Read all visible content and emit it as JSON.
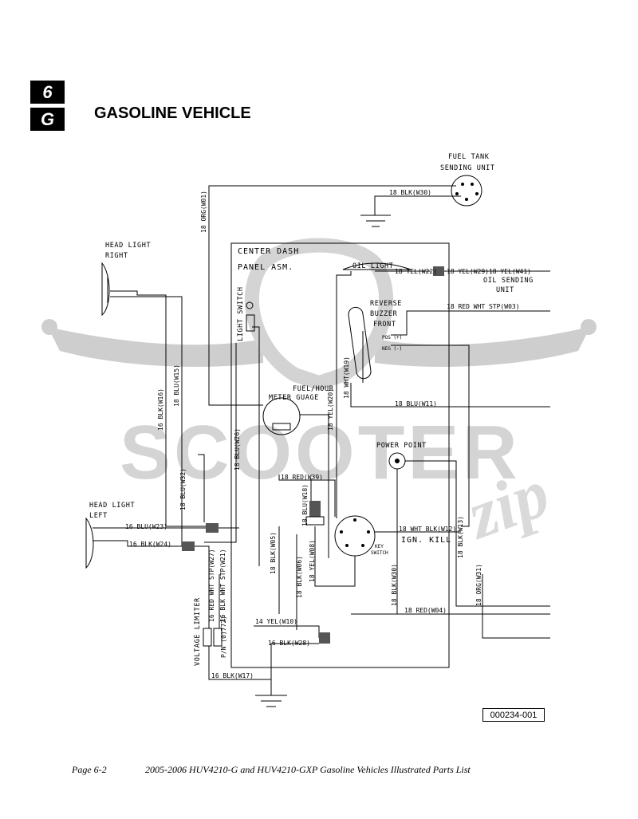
{
  "header": {
    "chapter_number": "6",
    "chapter_letter": "G",
    "title": "GASOLINE VEHICLE"
  },
  "diagram": {
    "components": {
      "fuel_tank_1": "FUEL TANK",
      "fuel_tank_2": "SENDING UNIT",
      "head_light_right_1": "HEAD LIGHT",
      "head_light_right_2": "RIGHT",
      "head_light_left_1": "HEAD LIGHT",
      "head_light_left_2": "LEFT",
      "center_dash_1": "CENTER DASH",
      "center_dash_2": "PANEL ASM.",
      "oil_light": "OIL LIGHT",
      "oil_sending_1": "OIL SENDING",
      "oil_sending_2": "UNIT",
      "reverse_buzzer_1": "REVERSE",
      "reverse_buzzer_2": "BUZZER",
      "reverse_buzzer_3": "FRONT",
      "pos": "POS (+)",
      "neg": "NEG (-)",
      "light_switch": "LIGHT SWITCH",
      "fuel_meter_1": "FUEL/HOUR",
      "fuel_meter_2": "METER GUAGE",
      "power_point": "POWER POINT",
      "ign_kill": "IGN. KILL",
      "key_switch_1": "KEY",
      "key_switch_2": "SWITCH",
      "voltage_limiter": "VOLTAGE LIMITER",
      "pn": "P/N (0)772)"
    },
    "wires": {
      "w30": "18 BLK(W30)",
      "w01": "18 ORG(W01)",
      "w22": "18 YEL(W22)",
      "w29_41": "18 YEL(W29)18 YEL(W41)",
      "w03": "18 RED WHT STP(W03)",
      "w16": "16 BLK(W16)",
      "w15": "18 BLU(W15)",
      "w26": "18 BLU(W26)",
      "w19": "18 WHT(W19)",
      "w20y": "18 YEL(W20)",
      "w11": "18 BLU(W11)",
      "w32": "18 BLU(W32)",
      "w39": "18 RED(W39)",
      "w23": "16 BLU(W23)",
      "w24": "16 BLK(W24)",
      "w27": "16 RED WHT STP(W27)",
      "w21": "16 BLK WHT STP(W21)",
      "w18": "18 BLU(W18)",
      "w12": "18 WHT BLK(W12)",
      "w13": "18 BLK(W13)",
      "w05": "18 BLK(W05)",
      "w06": "18 BLK(W06)",
      "w08": "18 YEL(W08)",
      "w30b": "18 BLK(W30)",
      "w31": "18 ORG(W31)",
      "w04": "18 RED(W04)",
      "w10": "14 YEL(W10)",
      "w28": "16 BLK(W28)",
      "w17": "16 BLK(W17)"
    }
  },
  "drawing_number": "000234-001",
  "footer": {
    "page": "Page 6-2",
    "description": "2005-2006 HUV4210-G and HUV4210-GXP Gasoline Vehicles Illustrated Parts List"
  }
}
